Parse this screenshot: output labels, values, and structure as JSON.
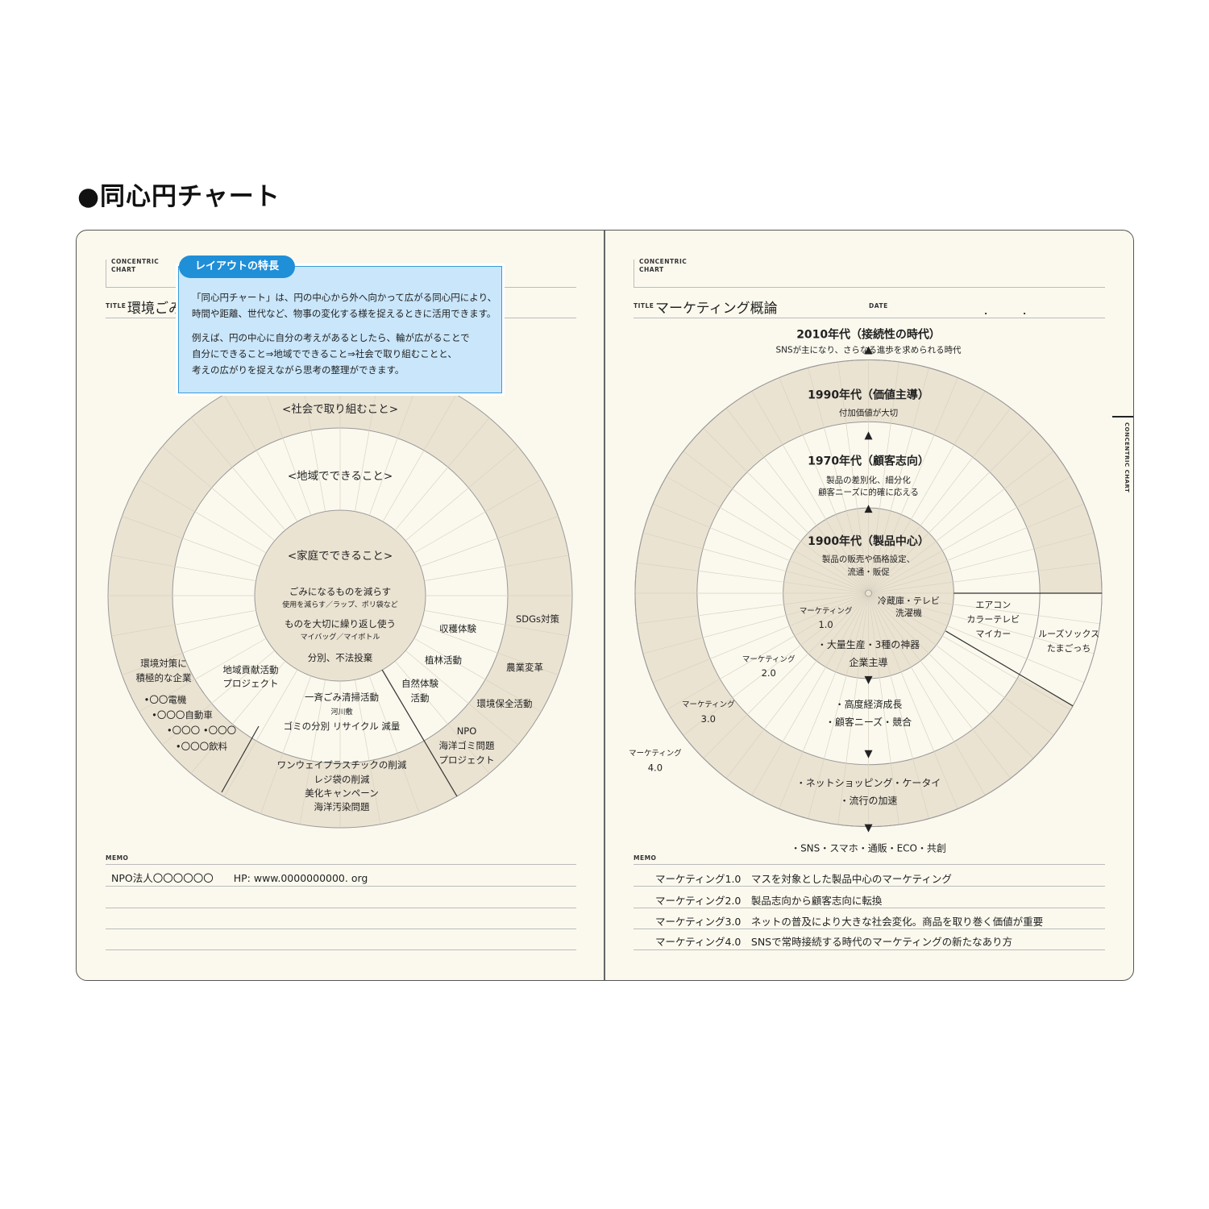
{
  "heading": "●同心円チャート",
  "popup": {
    "tab_label": "レイアウトの特長",
    "paragraph1": [
      "「同心円チャート」は、円の中心から外へ向かって広がる同心円により、",
      "時間や距離、世代など、物事の変化する様を捉えるときに活用できます。"
    ],
    "paragraph2": [
      "例えば、円の中心に自分の考えがあるとしたら、輪が広がることで",
      "自分にできること⇒地域でできること⇒社会で取り組むことと、",
      "考えの広がりを捉えながら思考の整理ができます。"
    ]
  },
  "left_page": {
    "header_label": [
      "CONCENTRIC",
      "CHART"
    ],
    "title_label": "TITLE",
    "title_value": "環境ごみ",
    "memo_label": "MEMO",
    "memo_lines": [
      "NPO法人〇〇〇〇〇〇　　HP: www.0000000000. org"
    ],
    "chart": {
      "ring_outer_title": "<社会で取り組むこと>",
      "ring_middle_title": "<地域でできること>",
      "ring_inner_title": "<家庭でできること>",
      "inner_items": [
        {
          "main": "ごみになるものを減らす",
          "sub": "使用を減らす／ラップ、ポリ袋など"
        },
        {
          "main": "ものを大切に繰り返し使う",
          "sub": "マイバッグ／マイボトル"
        },
        {
          "main": "分別、不法投棄",
          "sub": ""
        }
      ],
      "middle_items": {
        "harvest": "収穫体験",
        "planting": "植林活動",
        "nature": [
          "自然体験",
          "活動"
        ],
        "community": [
          "地域貢献活動",
          "プロジェクト"
        ],
        "cleanup": [
          "一斉ごみ清掃活動",
          "河川敷",
          "ゴミの分別  リサイクル  減量"
        ]
      },
      "outer_items": {
        "sdgs": "SDGs対策",
        "agri": "農業変革",
        "env": "環境保全活動",
        "npo": [
          "NPO",
          "海洋ゴミ問題",
          "プロジェクト"
        ],
        "plastic": [
          "ワンウェイプラスチックの削減",
          "レジ袋の削減",
          "美化キャンペーン",
          "海洋汚染問題"
        ],
        "companies": [
          "環境対策に",
          "積極的な企業",
          "•〇〇電機",
          "•〇〇〇自動車",
          "•〇〇〇  •〇〇〇",
          "•〇〇〇飲料"
        ]
      }
    }
  },
  "right_page": {
    "header_label": [
      "CONCENTRIC",
      "CHART"
    ],
    "title_label": "TITLE",
    "title_value": "マーケティング概論",
    "date_label": "DATE",
    "date_dots": ".          .",
    "side_label": "CONCENTRIC CHART",
    "memo_label": "MEMO",
    "memo_lines": [
      "マーケティング1.0　マスを対象とした製品中心のマーケティング",
      "マーケティング2.0　製品志向から顧客志向に転換",
      "マーケティング3.0　ネットの普及により大きな社会変化。商品を取り巻く価値が重要",
      "マーケティング4.0　SNSで常時接続する時代のマーケティングの新たなあり方"
    ],
    "chart": {
      "era_2010": {
        "title": "2010年代（接続性の時代）",
        "sub": "SNSが主になり、さらなる進歩を求められる時代"
      },
      "era_1990": {
        "title": "1990年代（価値主導）",
        "sub": "付加価値が大切"
      },
      "era_1970": {
        "title": "1970年代（顧客志向）",
        "sub": [
          "製品の差別化、細分化",
          "顧客ニーズに的確に応える"
        ]
      },
      "era_1900": {
        "title": "1900年代（製品中心）",
        "sub": [
          "製品の販売や価格設定、",
          "流通・販促"
        ]
      },
      "mk_labels": [
        {
          "name": "マーケティング",
          "ver": "1.0"
        },
        {
          "name": "マーケティング",
          "ver": "2.0"
        },
        {
          "name": "マーケティング",
          "ver": "3.0"
        },
        {
          "name": "マーケティング",
          "ver": "4.0"
        }
      ],
      "products_1": [
        "冷蔵庫・テレビ",
        "洗濯機"
      ],
      "products_2": [
        "エアコン",
        "カラーテレビ",
        "マイカー"
      ],
      "products_3": [
        "ルーズソックス",
        "たまごっち"
      ],
      "center_bottom": [
        "・大量生産・3種の神器",
        "企業主導"
      ],
      "ring2_bottom": [
        "・高度経済成長",
        "・顧客ニーズ・競合"
      ],
      "ring3_bottom": [
        "・ネットショッピング・ケータイ",
        "・流行の加速"
      ],
      "outside_bottom": "・SNS・スマホ・通販・ECO・共創"
    }
  }
}
